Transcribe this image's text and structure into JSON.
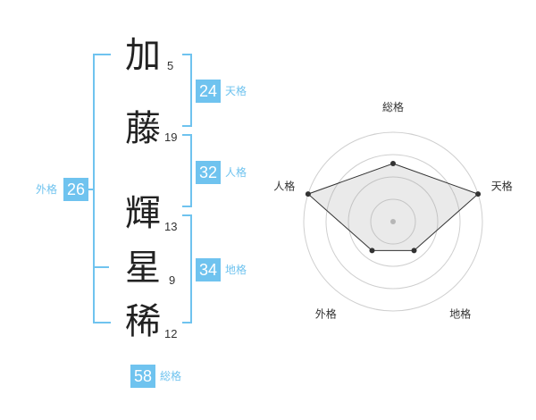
{
  "name": {
    "chars": [
      {
        "char": "加",
        "strokes": "5"
      },
      {
        "char": "藤",
        "strokes": "19"
      },
      {
        "char": "輝",
        "strokes": "13"
      },
      {
        "char": "星",
        "strokes": "9"
      },
      {
        "char": "稀",
        "strokes": "12"
      }
    ]
  },
  "fortune": {
    "tenkaku": {
      "value": "24",
      "label": "天格"
    },
    "jinkaku": {
      "value": "32",
      "label": "人格"
    },
    "chikaku": {
      "value": "34",
      "label": "地格"
    },
    "gaikaku": {
      "value": "26",
      "label": "外格"
    },
    "soukaku": {
      "value": "58",
      "label": "総格"
    }
  },
  "colors": {
    "accent": "#6fc3ef",
    "text": "#222222"
  },
  "chart_data": {
    "type": "radar",
    "axes": [
      "総格",
      "天格",
      "地格",
      "外格",
      "人格"
    ],
    "values": [
      0.65,
      1.0,
      0.4,
      0.4,
      1.0
    ],
    "rings": 4,
    "range": [
      0,
      1
    ]
  }
}
